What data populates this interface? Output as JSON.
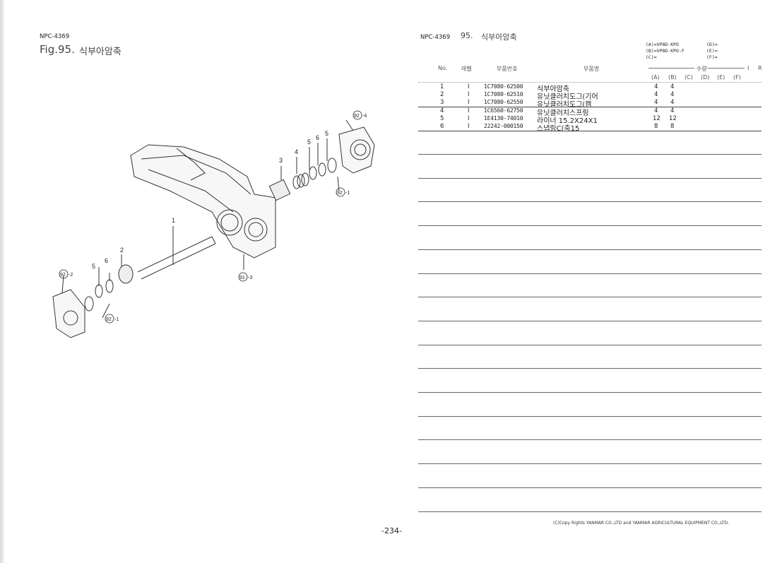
{
  "left_page": {
    "catalog_code": "NPC-4369",
    "fig_label": "Fig.95.",
    "fig_title": "식부아암축",
    "callouts": [
      {
        "circle": "92",
        "suffix": "-4"
      },
      {
        "circle": "92",
        "suffix": "-1"
      },
      {
        "circle": "91",
        "suffix": "-3"
      },
      {
        "circle": "92",
        "suffix": "-2"
      },
      {
        "circle": "92",
        "suffix": "-1"
      }
    ],
    "part_numbers": [
      "1",
      "2",
      "3",
      "4",
      "5",
      "6",
      "5",
      "6",
      "5"
    ]
  },
  "right_page": {
    "catalog_code": "NPC-4369",
    "fig_number": "95.",
    "fig_title": "식부아암축",
    "models": {
      "A": "(A)=VP8D-KPO",
      "B": "(B)=VP8D-KPO-F",
      "C": "(C)=",
      "D": "(D)=",
      "E": "(E)=",
      "F": "(F)="
    },
    "columns": {
      "no": "No.",
      "level": "레벨",
      "part_no": "부품번호",
      "part_name": "부품명",
      "qty": "수량",
      "i": "I",
      "r": "R",
      "qty_cols": [
        "(A)",
        "(B)",
        "(C)",
        "(D)",
        "(E)",
        "(F)"
      ]
    },
    "rows": [
      {
        "no": "1",
        "level": "I",
        "part_no": "1C7080-62500",
        "name": "식부아암축",
        "a": "4",
        "b": "4"
      },
      {
        "no": "2",
        "level": "I",
        "part_no": "1C7080-62510",
        "name": "유닛클러치도그(기어",
        "a": "4",
        "b": "4"
      },
      {
        "no": "3",
        "level": "I",
        "part_no": "1C7080-62550",
        "name": "유닛클러치도그(캠",
        "a": "4",
        "b": "4"
      },
      {
        "no": "4",
        "level": "I",
        "part_no": "1C6560-62750",
        "name": "유닛클러치스프링",
        "a": "4",
        "b": "4"
      },
      {
        "no": "5",
        "level": "I",
        "part_no": "1E4130-74010",
        "name": "라이너 15.2X24X1",
        "a": "12",
        "b": "12"
      },
      {
        "no": "6",
        "level": "I",
        "part_no": "22242-000150",
        "name": "스냅링C(축15",
        "a": "8",
        "b": "8"
      }
    ],
    "copyright": "(C)Copy Rights  YANMAR CO.,LTD and YANMAR AGRICULTURAL EQUIPMENT CO.,LTD."
  },
  "page_number": "-234-"
}
